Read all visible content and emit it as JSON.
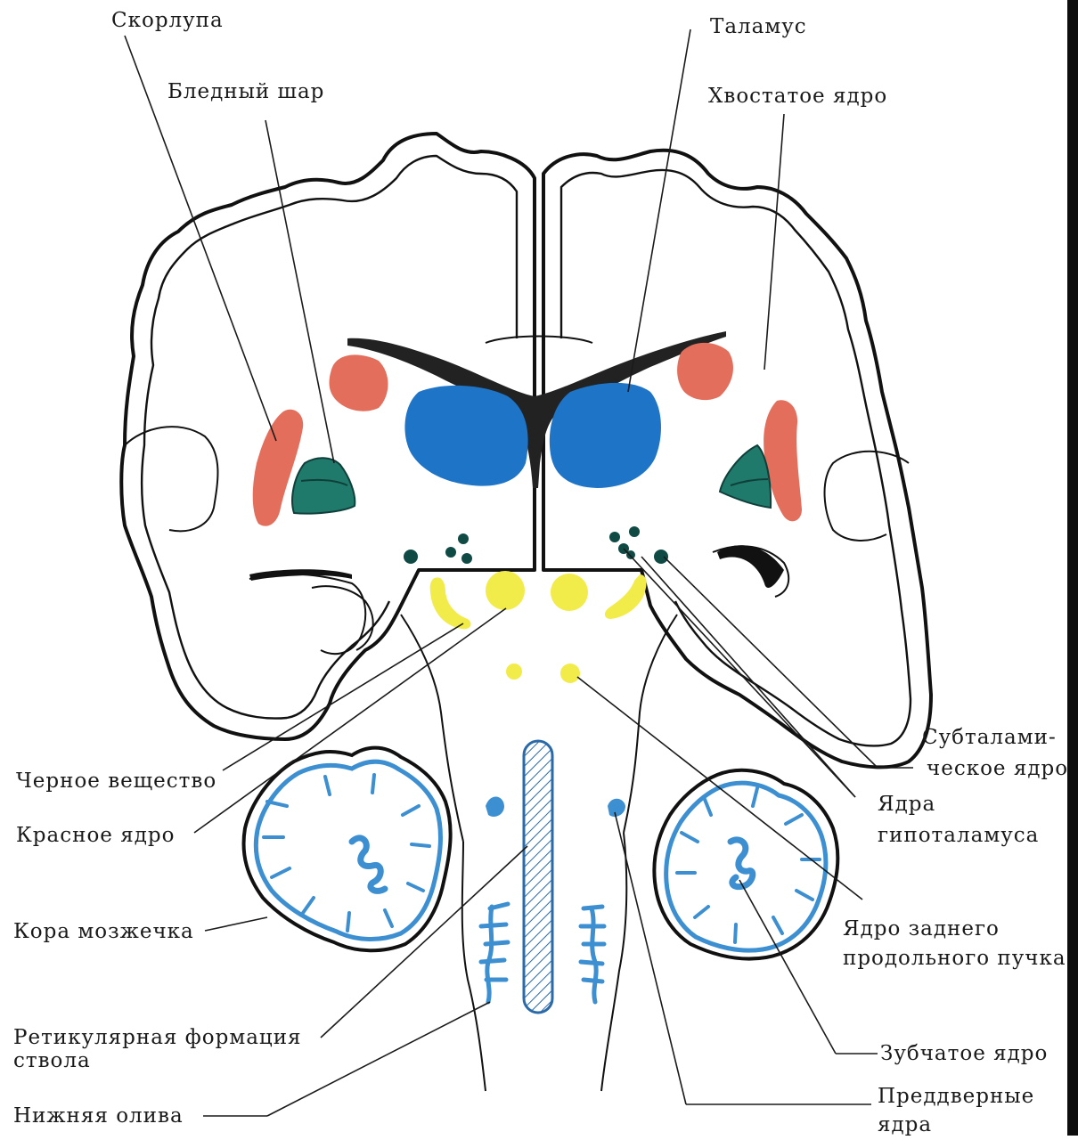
{
  "labels": {
    "putamen": "Скорлупа",
    "globus_pallidus": "Бледный шар",
    "thalamus": "Таламус",
    "caudate": "Хвостатое ядро",
    "subthalamic_1": "Субталами-",
    "subthalamic_2": "ческое ядро",
    "substantia_nigra": "Черное вещество",
    "red_nucleus": "Красное ядро",
    "hypothalamus_1": "Ядра",
    "hypothalamus_2": "гипоталамуса",
    "cerebellar_cortex": "Кора мозжечка",
    "mlf_1": "Ядро заднего",
    "mlf_2": "продольного пучка",
    "reticular_1": "Ретикулярная формация",
    "reticular_2": "ствола",
    "dentate": "Зубчатое ядро",
    "inferior_olive": "Нижняя олива",
    "vestibular_1": "Преддверные",
    "vestibular_2": "ядра"
  },
  "colors": {
    "putamen": "#e36e5c",
    "pallidus": "#1f7a6c",
    "thalamus": "#1e74c6",
    "caudate": "#e36e5c",
    "yellow": "#f2ec4a",
    "dark_green": "#0f4a44",
    "cerebellum_blue": "#3c8fd0"
  }
}
